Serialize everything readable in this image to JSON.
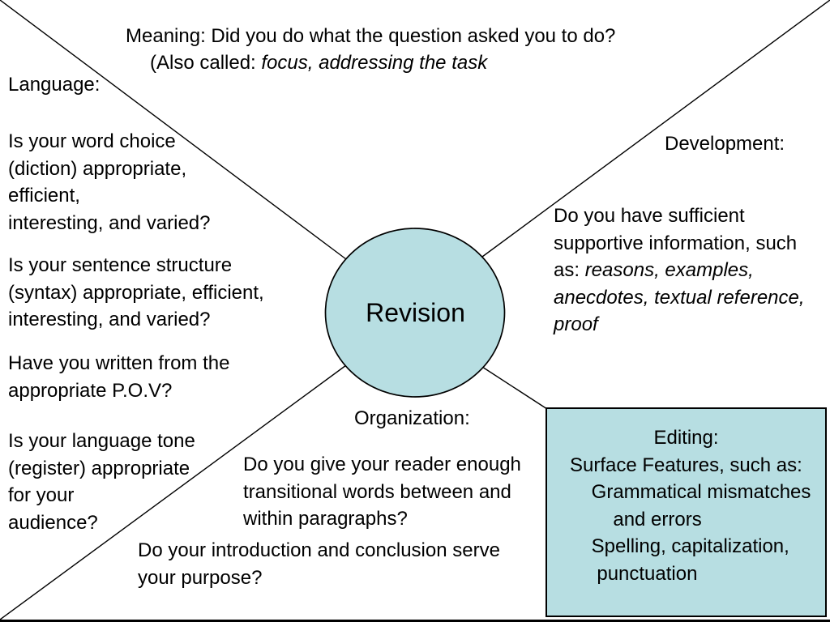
{
  "colors": {
    "background": "#ffffff",
    "teal_fill": "#b7dee2",
    "line": "#000000",
    "text": "#000000"
  },
  "center": {
    "label": "Revision"
  },
  "meaning": {
    "line1": "Meaning: Did you do what the question asked you to do?",
    "line2_prefix": "(Also called: ",
    "line2_italic": "focus, addressing the task"
  },
  "language": {
    "label": "Language:",
    "paragraphs": [
      {
        "lines": [
          "Is your word choice",
          "(diction) appropriate,",
          "efficient,",
          "interesting, and varied?"
        ]
      },
      {
        "lines": [
          "Is your sentence structure",
          "(syntax) appropriate, efficient,",
          "interesting, and varied?"
        ]
      },
      {
        "lines": [
          "Have you written from the",
          "appropriate P.O.V?"
        ]
      },
      {
        "lines": [
          "Is your language tone",
          "(register) appropriate",
          "for your",
          "audience?"
        ]
      }
    ]
  },
  "development": {
    "label": "Development:",
    "lines": [
      [
        "Do you have sufficient"
      ],
      [
        "supportive information, such"
      ],
      [
        "as: ",
        {
          "t": "reasons, examples,",
          "i": true
        }
      ],
      [
        {
          "t": "anecdotes, textual reference,",
          "i": true
        }
      ],
      [
        {
          "t": "proof",
          "i": true
        }
      ]
    ]
  },
  "organization": {
    "label": "Organization:",
    "lines": [
      [
        "Do you give your reader enough"
      ],
      [
        "transitional words between and"
      ],
      [
        "within paragraphs?"
      ]
    ]
  },
  "introduction": {
    "lines": [
      [
        "Do your introduction and conclusion serve"
      ],
      [
        "your purpose?"
      ]
    ]
  },
  "editing": {
    "title": "Editing:",
    "lines": [
      [
        "Surface Features, such as:"
      ],
      [
        "    Grammatical mismatches"
      ],
      [
        "        and errors"
      ],
      [
        "    Spelling, capitalization,"
      ],
      [
        "     punctuation"
      ]
    ]
  }
}
